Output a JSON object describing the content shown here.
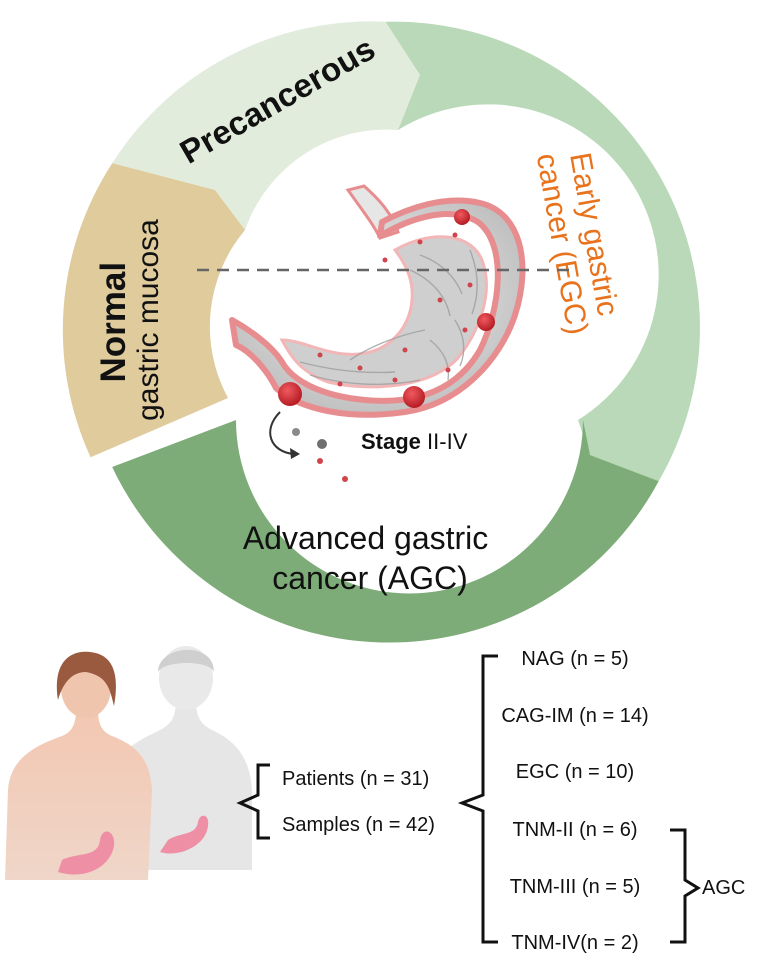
{
  "cycle": {
    "segments": [
      {
        "label": "Precancerous"
      },
      {
        "label_line1": "Early gastric",
        "label_line2": "cancer (EGC)"
      },
      {
        "label_line1": "Advanced gastric",
        "label_line2": "cancer (AGC)"
      },
      {
        "label_line1": "Normal",
        "label_line2": "gastric mucosa"
      }
    ],
    "stage_label": {
      "bold": "Stage",
      "rest": " II-IV"
    }
  },
  "cohort": {
    "patients": "Patients (n = 31)",
    "samples": "Samples (n = 42)",
    "groups": [
      "NAG (n = 5)",
      "CAG-IM (n = 14)",
      "EGC (n = 10)",
      "TNM-II (n = 6)",
      "TNM-III (n = 5)",
      "TNM-IV(n = 2)"
    ],
    "agc_label": "AGC"
  },
  "colors": {
    "precancerous": "#e2ecdc",
    "early": "#b9d9b8",
    "advanced": "#7eac78",
    "normal": "#dfcb9c",
    "egc_text": "#e8731c",
    "stomach_outline": "#e88d8f",
    "lesion": "#c8262d"
  }
}
